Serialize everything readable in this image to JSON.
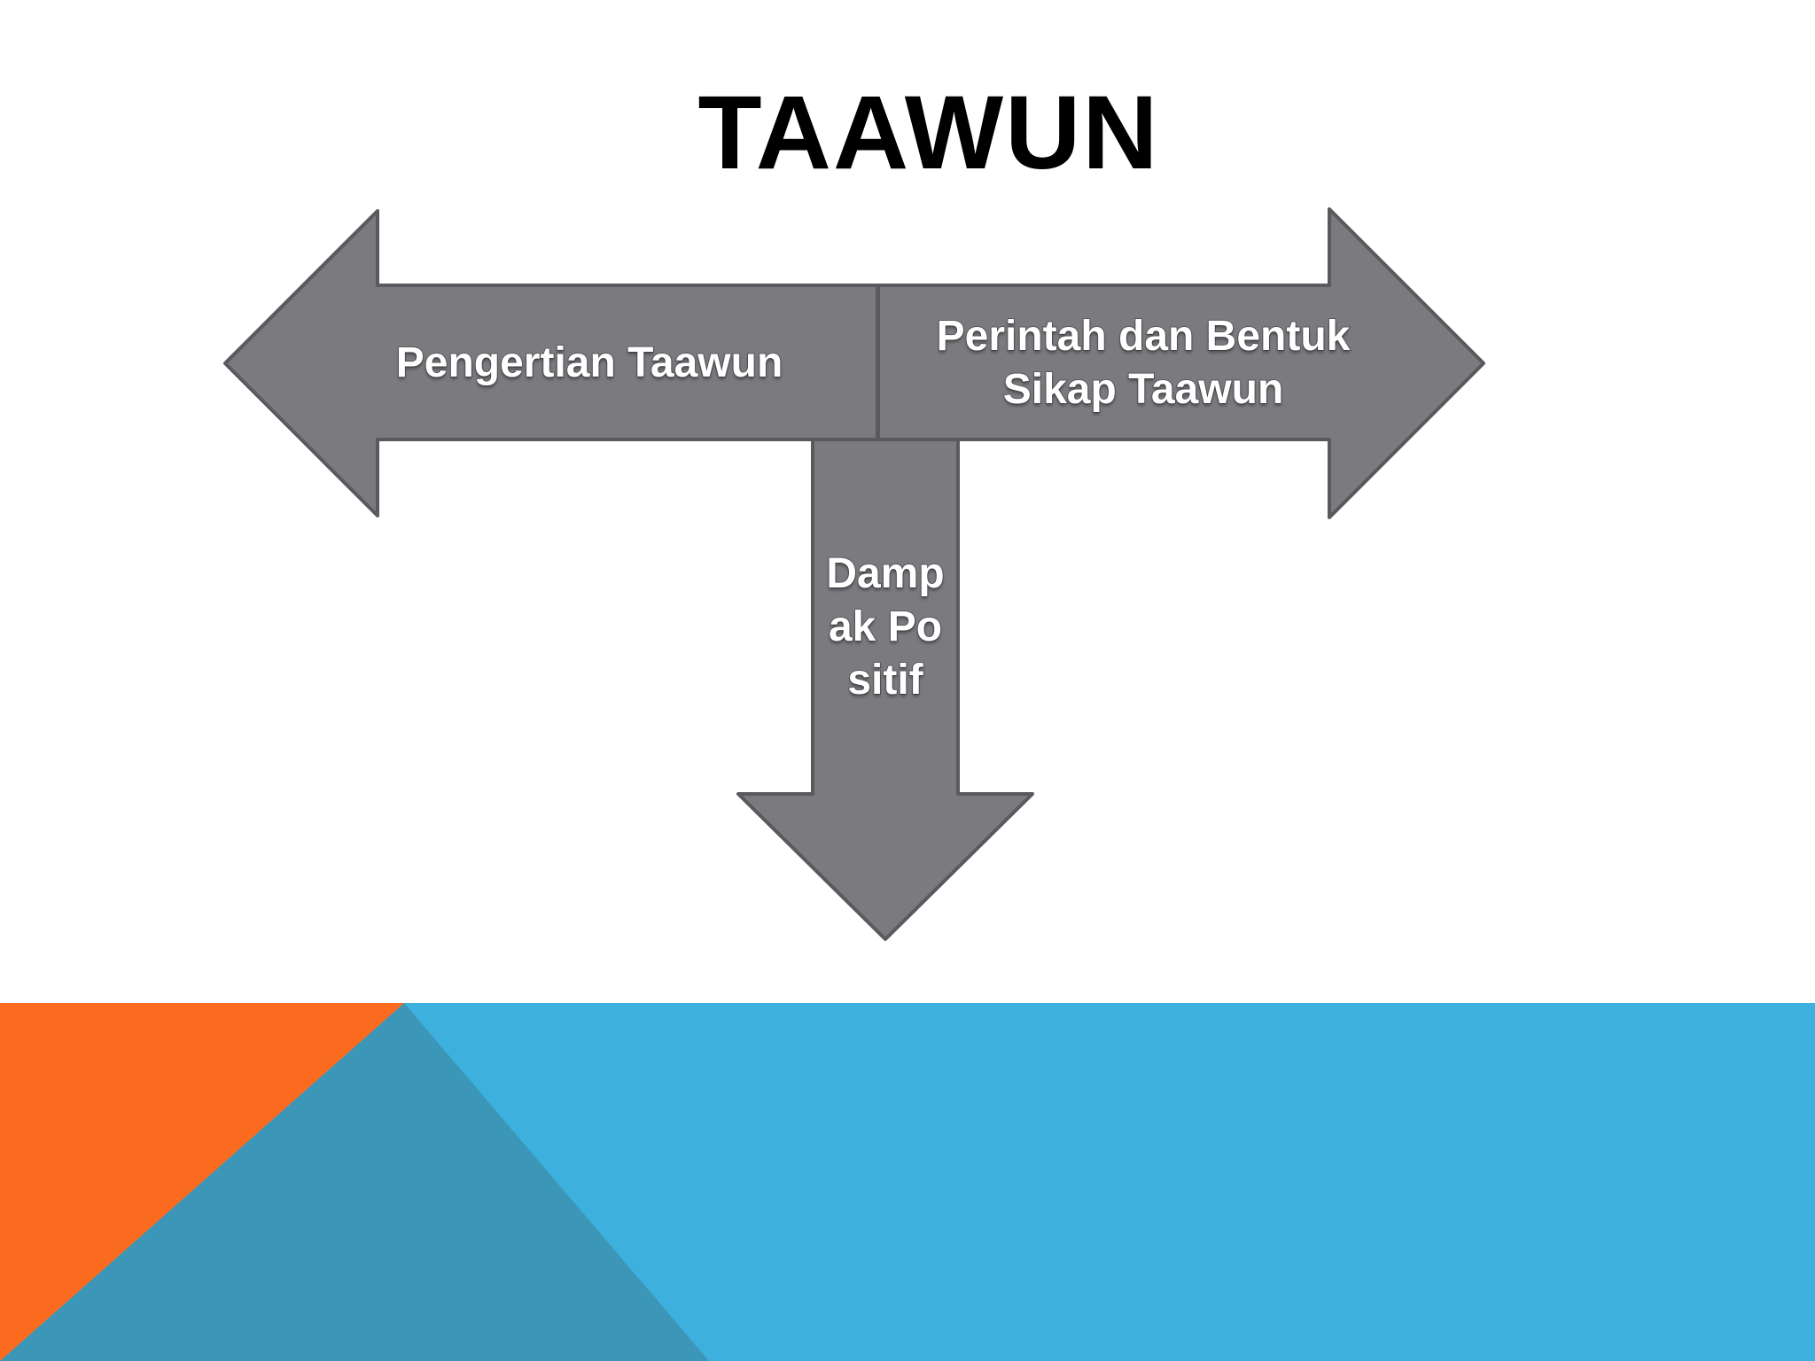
{
  "slide": {
    "title": "TAAWUN"
  },
  "diagram": {
    "left_arrow_label": "Pengertian Taawun",
    "right_arrow_label": "Perintah dan Bentuk Sikap Taawun",
    "down_arrow_label": "Dampak Positif"
  },
  "colors": {
    "arrow_fill": "#7a7a7f",
    "arrow_stroke": "#5a5a5e",
    "footer_blue": "#3db0de",
    "footer_dark_blue": "#3c96b8",
    "footer_orange": "#fa6b1f"
  }
}
